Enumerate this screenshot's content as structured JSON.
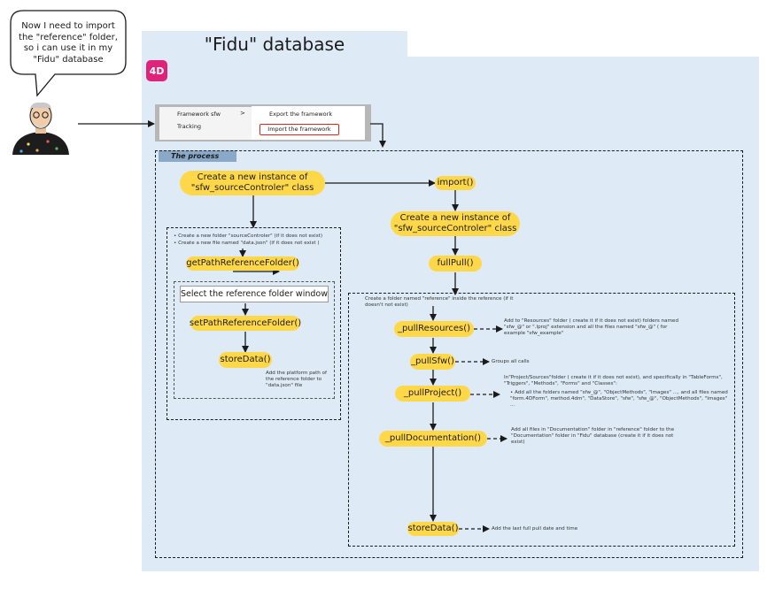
{
  "speech": "Now I need to import the \"reference\" folder, so i can use it in my \"Fidu\" database",
  "title": "\"Fidu\" database",
  "logo": "4D",
  "menu": {
    "left_items": [
      "Framework sfw",
      "Tracking"
    ],
    "chevron": ">",
    "right_items": [
      "Export the framework",
      "Import the framework"
    ]
  },
  "process_label": "The process",
  "nodes": {
    "create_instance_1": "Create a new instance of \"sfw_sourceControler\" class",
    "import": "import()",
    "create_instance_2": "Create a new instance of \"sfw_sourceControler\" class",
    "full_pull": "fullPull()",
    "get_path": "getPathReferenceFolder()",
    "select_window": "Select the reference folder window",
    "set_path": "setPathReferenceFolder()",
    "store_data_left": "storeData()",
    "pull_resources": "_pullResources()",
    "pull_sfw": "_pullSfw()",
    "pull_project": "_pullProject()",
    "pull_documentation": "_pullDocumentation()",
    "store_data_right": "storeData()"
  },
  "notes": {
    "left_box_1": "Create a new folder \"sourceControler\" (if it does not exist)",
    "left_box_2": "Create a new file named \"data.json\" (if it does not exist )",
    "store_left": "Add the platform path of the reference folder to \"data.json\" file",
    "right_box": "Create a folder named \"reference\" inside the reference (if it doesn't not exist)",
    "resources": "Add to \"Resources\" folder ( create it if it does not exist) folders named \"sfw_@\" or \".lproj\" extension and all the files named \"sfw_@\" ( for example \"sfw_example\"",
    "sfw": "Groups all calls",
    "project": "In\"Project/Sources\"folder ( create it if it does not exist), and specifically in \"TableForms\", \"Triggers\", \"Methods\", \"Forms\" and \"Classes\":",
    "project_bullet": "Add all the folders named \"sfw_@\", \"ObjectMethods\", \"Images\" ..., and all files named \"form.4DForm\", method.4dm\", \"DataStore\", \"sfw\", \"sfw_@\", \"ObjectMethods\", \"Images\" ...",
    "documentation": "Add all files in \"Documentation\" folder in \"reference\" folder to the \"Documentation\" folder in \"Fidu\" database (create it if it does not exist)",
    "store_right": "Add the last full pull date and time"
  },
  "colors": {
    "panel": "#deebf7",
    "pill": "#ffd84a",
    "logo": "#e0237a",
    "highlight": "#e0241a"
  }
}
